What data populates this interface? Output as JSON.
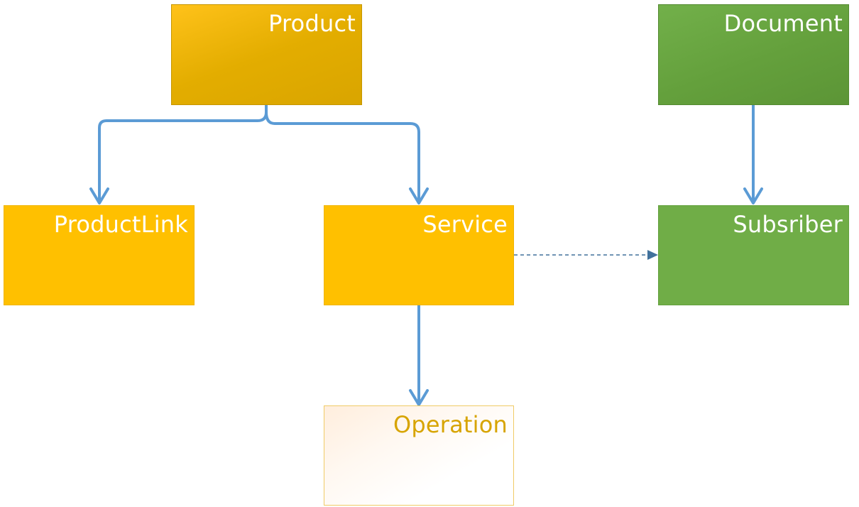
{
  "diagram": {
    "nodes": {
      "product": {
        "label": "Product"
      },
      "document": {
        "label": "Document"
      },
      "productlink": {
        "label": "ProductLink"
      },
      "service": {
        "label": "Service"
      },
      "subscriber": {
        "label": "Subsriber"
      },
      "operation": {
        "label": "Operation"
      }
    },
    "edges": [
      {
        "from": "Product",
        "to": "ProductLink",
        "style": "solid"
      },
      {
        "from": "Product",
        "to": "Service",
        "style": "solid"
      },
      {
        "from": "Document",
        "to": "Subsriber",
        "style": "solid"
      },
      {
        "from": "Service",
        "to": "Subsriber",
        "style": "dashed"
      },
      {
        "from": "Service",
        "to": "Operation",
        "style": "solid"
      }
    ],
    "colors": {
      "gold": "#ffc000",
      "green": "#70ad47",
      "connector": "#5b9bd5",
      "dashed_connector": "#41719c"
    }
  }
}
